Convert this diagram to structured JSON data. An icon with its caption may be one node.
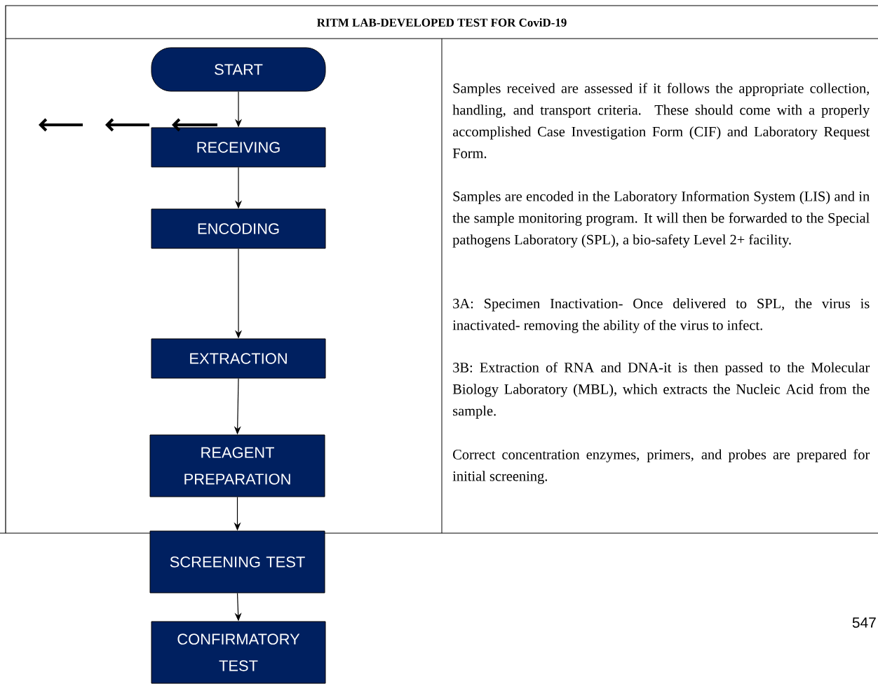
{
  "diagram": {
    "title": "RITM LAB-DEVELOPED TEST FOR CoviD-19",
    "nodes": [
      {
        "text": [
          "START"
        ]
      },
      {
        "text": [
          "RECEIVING"
        ]
      },
      {
        "text": [
          "ENCODING"
        ]
      },
      {
        "text": [
          "EXTRACTION"
        ]
      },
      {
        "text": [
          "REAGENT PREPARATION"
        ]
      },
      {
        "text": [
          "SCREENING TEST"
        ]
      },
      {
        "text": [
          "CONFIRMATORY TEST"
        ]
      }
    ],
    "edges": [
      {
        "from": 0,
        "to": 1,
        "arrow": "to"
      },
      {
        "from": 1,
        "to": 2,
        "arrow": "to"
      },
      {
        "from": 2,
        "to": 3,
        "arrow": "to"
      },
      {
        "from": 3,
        "to": 4,
        "arrow": "to"
      },
      {
        "from": 4,
        "to": 5,
        "arrow": "to"
      },
      {
        "from": 5,
        "to": 6,
        "arrow": "to"
      }
    ],
    "labels": [
      "Samples received are assessed if it follows the appropriate collection, handling, and transport criteria. These should come with a properly accomplished Case Investigation Form (CIF) and Laboratory Request Form.",
      "Samples are encoded in the Laboratory Information System (LIS) and in the sample monitoring program. It will then be forwarded to the Special pathogens Laboratory (SPL), a bio-safety Level 2+ facility.",
      "3A: Specimen Inactivation- Once delivered to SPL, the virus is inactivated- removing the ability of the virus to infect.",
      "3B: Extraction of RNA and DNA-it is then passed to the Molecular Biology Laboratory (MBL), which extracts the Nucleic Acid from the sample.",
      "Correct concentration enzymes, primers, and probes are prepared for initial screening.",
      "547"
    ]
  }
}
